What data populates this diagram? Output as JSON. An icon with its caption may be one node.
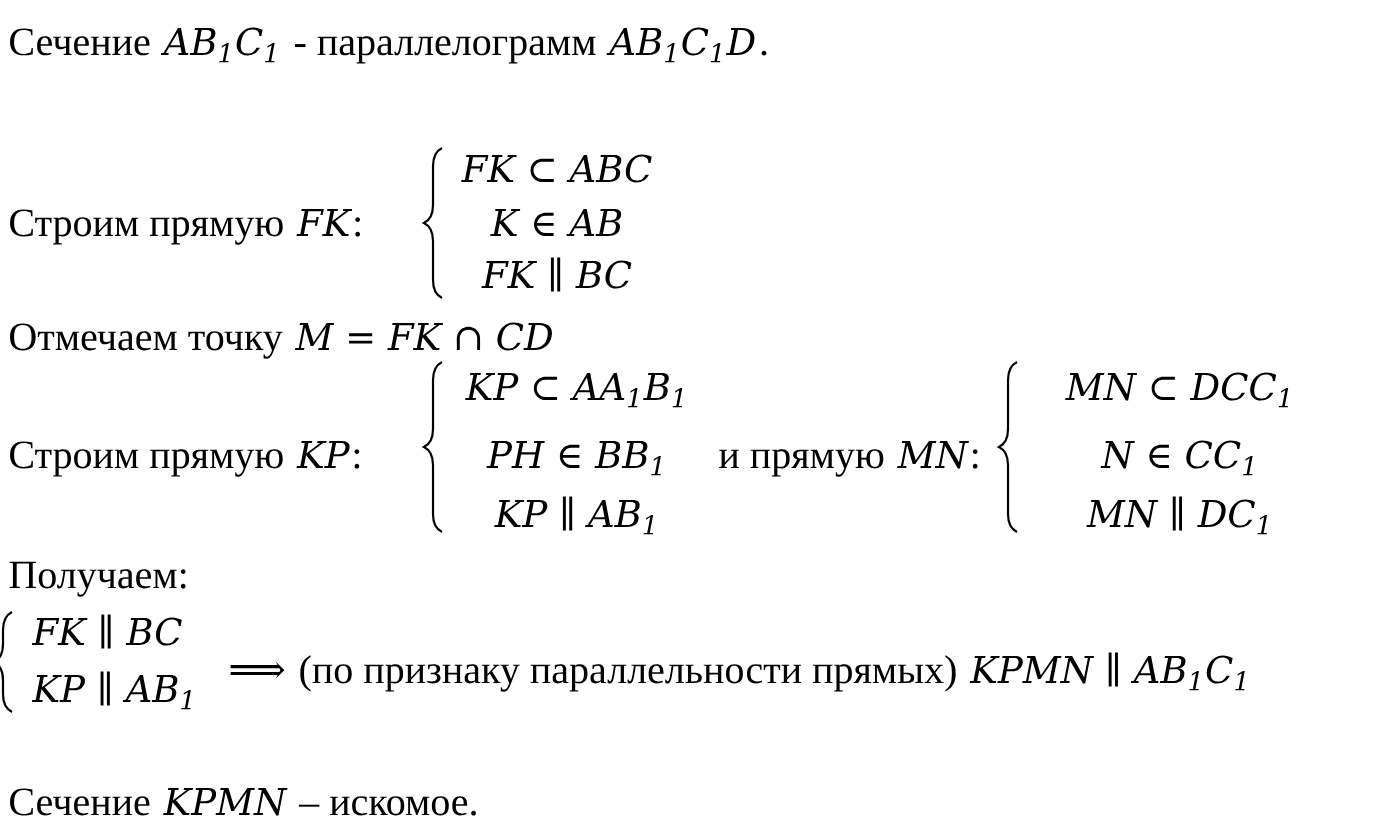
{
  "diagram": {
    "labels": [
      "Сечение",
      "AB$_{1}$C$_{1}$",
      "- параллелограмм",
      "AB$_{1}$C$_{1}$D",
      ".",
      "Строим прямую",
      "FK",
      ":",
      "FK ⊂ ABC",
      "K ∈ AB",
      "FK ∥ BC",
      "Отмечаем точку",
      "M = FK ∩ CD",
      "Строим прямую",
      "KP",
      ":",
      "KP ⊂ AA$_{1}$B$_{1}$",
      "PH ∈ BB$_{1}$",
      "KP ∥ AB$_{1}$",
      "и прямую",
      "MN",
      ":",
      "MN ⊂ DCC$_{1}$",
      "N ∈ CC$_{1}$",
      "MN ∥ DC$_{1}$",
      "Получаем:",
      "FK ∥ BC",
      "KP ∥ AB$_{1}$",
      "⟹",
      "(по признаку параллельности прямых)",
      "KPMN ∥ AB$_{1}$C$_{1}$",
      "Сечение",
      "KPMN",
      "– искомое."
    ]
  }
}
